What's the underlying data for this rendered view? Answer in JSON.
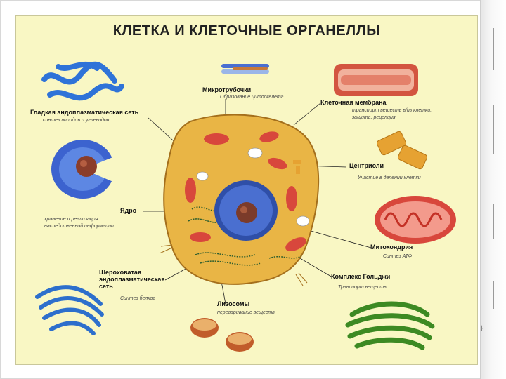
{
  "title": "КЛЕТКА И КЛЕТОЧНЫЕ ОРГАНЕЛЛЫ",
  "labels": {
    "microtubules": {
      "name": "Микротрубочки",
      "desc": "Образование цитоскелета"
    },
    "smooth_er": {
      "name": "Гладкая эндоплазматическая сеть",
      "desc": "синтез липидов и углеводов"
    },
    "membrane": {
      "name": "Клеточная мембрана",
      "desc": "транспорт веществ в/из клетки, защита, рецепция"
    },
    "centrioles": {
      "name": "Центриоли",
      "desc": "Участие в делении клетки"
    },
    "nucleus": {
      "name": "Ядро",
      "desc": "хранение и реализация наследственной информации"
    },
    "mitochondria": {
      "name": "Митохондрия",
      "desc": "Синтез АТФ"
    },
    "rough_er": {
      "name": "Шероховатая эндоплазматическая сеть",
      "desc": "Синтез белков"
    },
    "golgi": {
      "name": "Комплекс Гольджи",
      "desc": "Транспорт веществ"
    },
    "lysosomes": {
      "name": "Лизосомы",
      "desc": "переваривание веществ"
    }
  },
  "colors": {
    "panel": "#f9f7c4",
    "cytoplasm": "#e9b545",
    "nucleus": "#3a5fc8",
    "mito": "#d8473c",
    "er": "#3f7fd6",
    "golgi": "#4e9a2e"
  }
}
